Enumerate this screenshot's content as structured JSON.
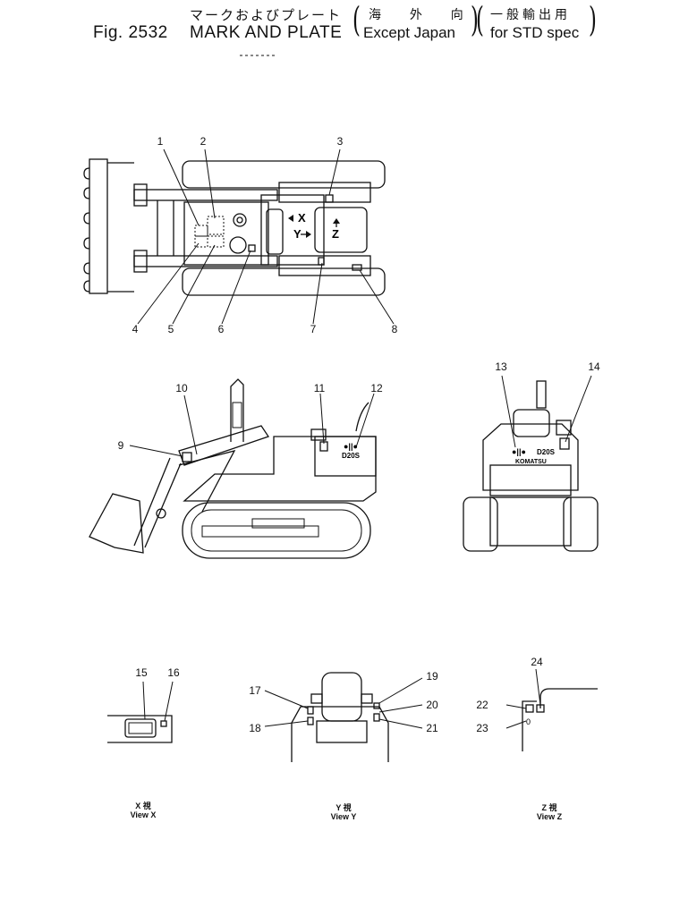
{
  "header": {
    "fig_no": "Fig. 2532",
    "title_jp": "マークおよびプレート",
    "title_en": "MARK AND PLATE",
    "spec1_jp": "海 外 向",
    "spec1_en": "Except Japan",
    "spec2_jp": "一般輸出用",
    "spec2_en": "for STD spec"
  },
  "top_view": {
    "arrow_x": "X",
    "arrow_y": "Y",
    "arrow_z": "Z"
  },
  "plates": {
    "side_model": "D20S",
    "rear_model": "D20S",
    "rear_brand": "KOMATSU"
  },
  "callouts": [
    "1",
    "2",
    "3",
    "4",
    "5",
    "6",
    "7",
    "8",
    "9",
    "10",
    "11",
    "12",
    "13",
    "14",
    "15",
    "16",
    "17",
    "18",
    "19",
    "20",
    "21",
    "22",
    "23",
    "24"
  ],
  "views": {
    "x_jp": "X 視",
    "x_en": "View X",
    "y_jp": "Y 視",
    "y_en": "View Y",
    "z_jp": "Z 視",
    "z_en": "View Z"
  }
}
